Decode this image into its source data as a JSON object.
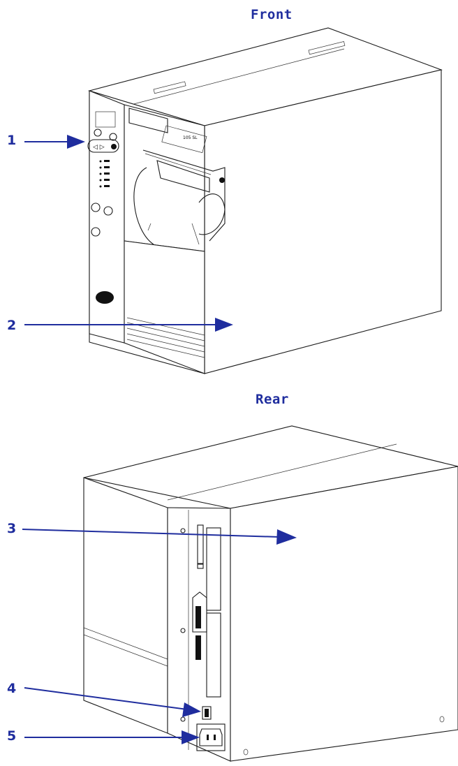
{
  "views": {
    "front_title": "Front",
    "rear_title": "Rear"
  },
  "callouts": {
    "c1": "1",
    "c2": "2",
    "c3": "3",
    "c4": "4",
    "c5": "5"
  },
  "colors": {
    "callout": "#1f2d9e",
    "line_art": "#1a1a1a"
  }
}
